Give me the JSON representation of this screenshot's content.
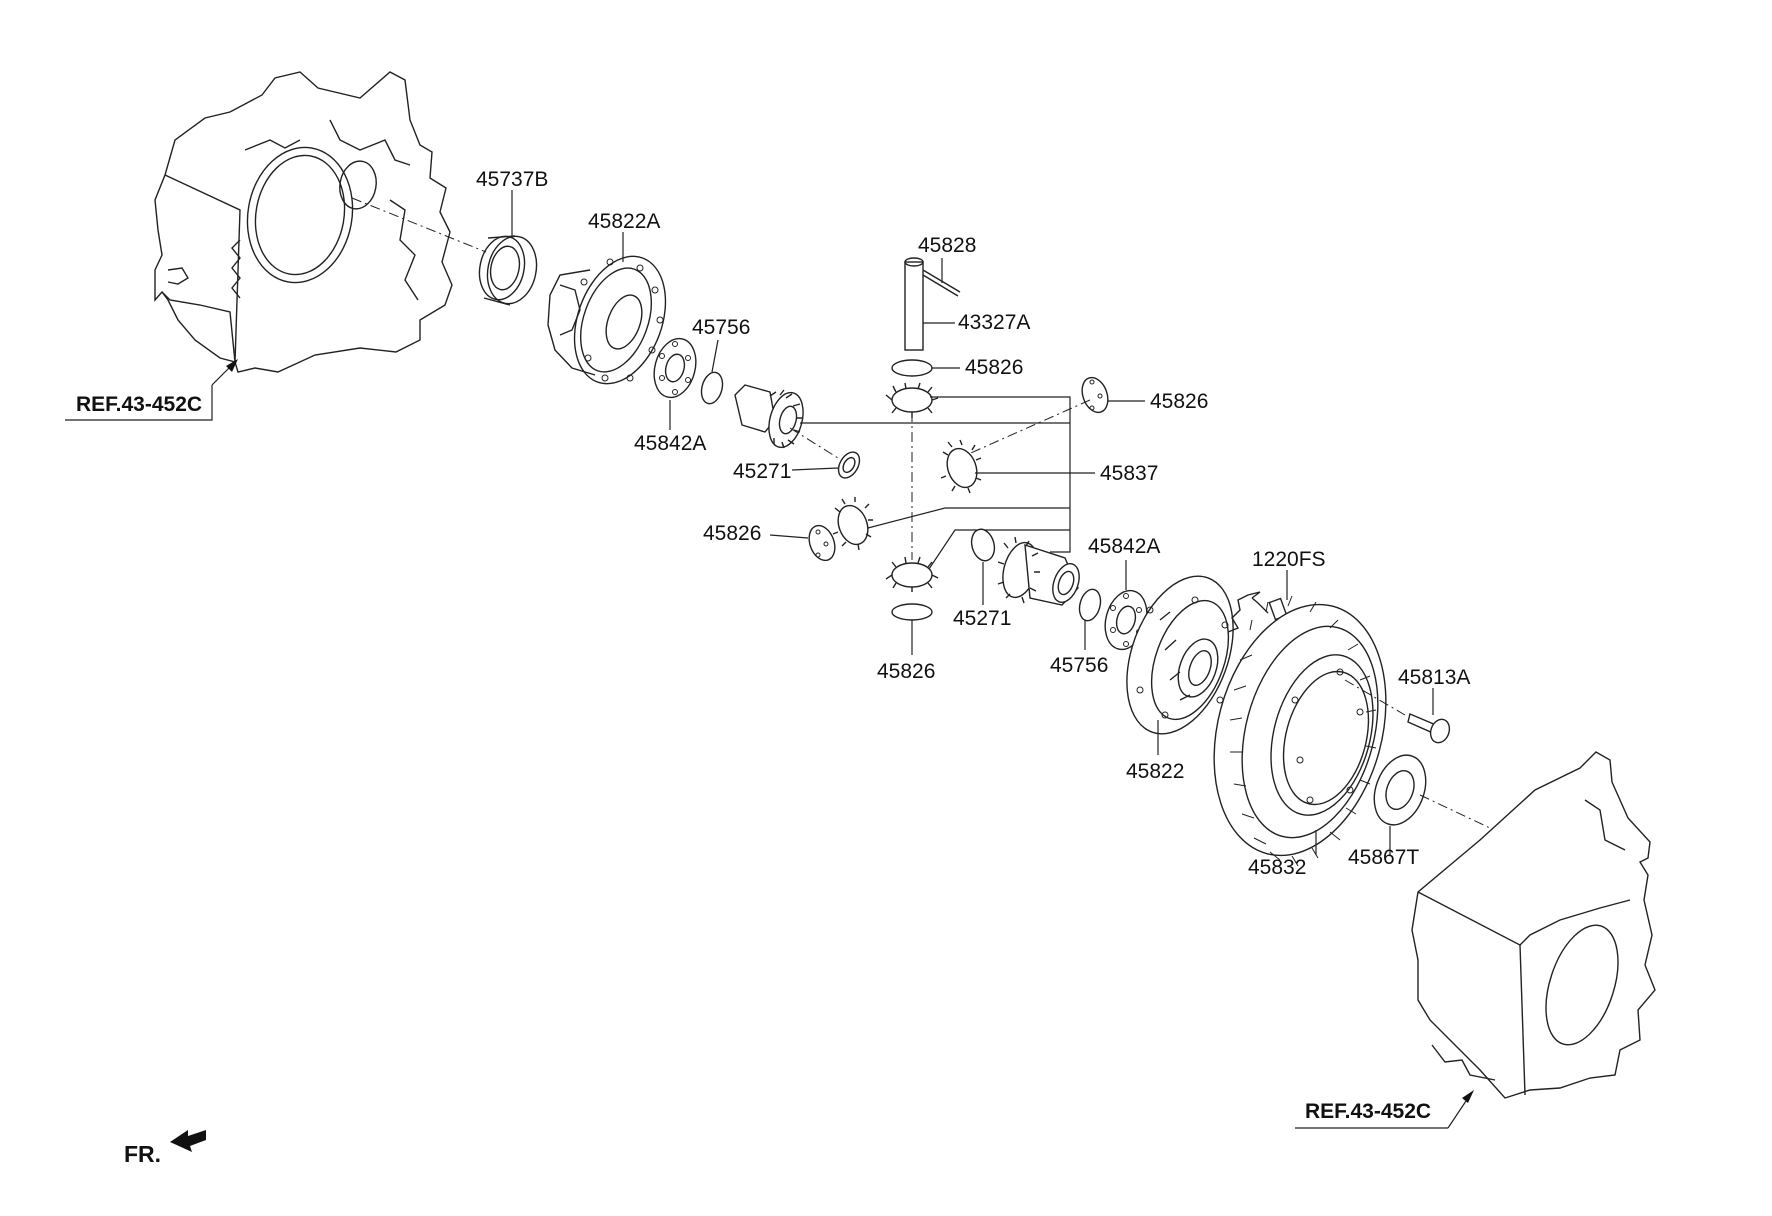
{
  "diagram": {
    "ref_top": "REF.43-452C",
    "ref_bottom": "REF.43-452C",
    "front_marker": "FR.",
    "parts": [
      {
        "id": "45737B"
      },
      {
        "id": "45822A"
      },
      {
        "id": "45828"
      },
      {
        "id": "43327A"
      },
      {
        "id": "45756"
      },
      {
        "id": "45826"
      },
      {
        "id": "45826"
      },
      {
        "id": "45842A"
      },
      {
        "id": "45271"
      },
      {
        "id": "45837"
      },
      {
        "id": "45826"
      },
      {
        "id": "45842A"
      },
      {
        "id": "1220FS"
      },
      {
        "id": "45271"
      },
      {
        "id": "45756"
      },
      {
        "id": "45826"
      },
      {
        "id": "45813A"
      },
      {
        "id": "45822"
      },
      {
        "id": "45832"
      },
      {
        "id": "45867T"
      }
    ]
  }
}
